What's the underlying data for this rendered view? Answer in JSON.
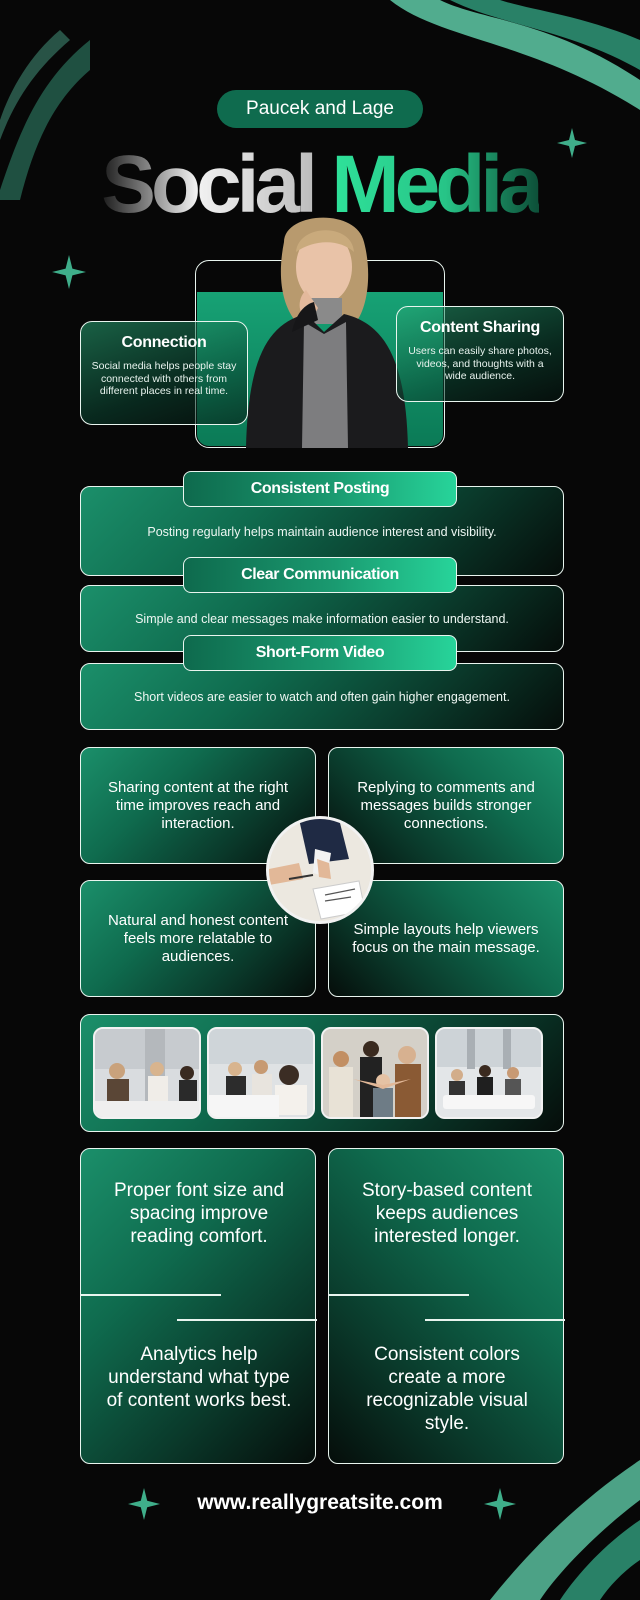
{
  "brand": {
    "label": "Paucek and Lage"
  },
  "title": {
    "word1": "Social",
    "word2": "Media"
  },
  "feature_cards": [
    {
      "heading": "Connection",
      "text": "Social media helps people stay connected with others from different places in real time."
    },
    {
      "heading": "Content Sharing",
      "text": "Users can easily share photos, videos, and thoughts with a wide audience."
    }
  ],
  "tips": [
    {
      "heading": "Consistent Posting",
      "text": "Posting regularly helps maintain audience interest and visibility."
    },
    {
      "heading": "Clear Communication",
      "text": "Simple and clear messages make information easier to understand."
    },
    {
      "heading": "Short-Form Video",
      "text": "Short videos are easier to watch and often gain higher engagement."
    }
  ],
  "quad": [
    "Sharing content at the right time improves reach and interaction.",
    "Replying to comments and messages builds stronger connections.",
    "Natural and honest content feels more relatable to audiences.",
    "Simple layouts help viewers focus on the main message."
  ],
  "bottom_cards": [
    {
      "top": "Proper font size and spacing improve reading comfort.",
      "bottom": "Analytics help understand what type of content works best."
    },
    {
      "top": "Story-based content keeps audiences interested longer.",
      "bottom": "Consistent colors create a more recognizable visual style."
    }
  ],
  "footer": {
    "url": "www.reallygreatsite.com"
  },
  "icons": {
    "sparkle": "sparkle-icon"
  },
  "colors": {
    "accent": "#1fb07d",
    "dark_green": "#0f6b4e",
    "background": "#070707"
  }
}
